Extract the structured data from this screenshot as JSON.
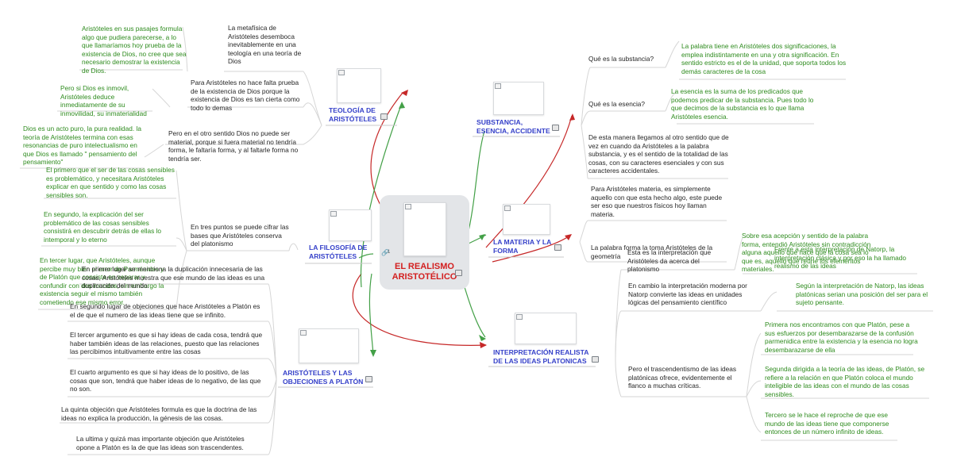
{
  "central": {
    "title": "EL REALISMO ARISTOTÉLICO",
    "attachment_count": "1"
  },
  "topics": {
    "teologia": "TEOLOGÍA DE ARISTÓTELES",
    "sustancia": "SUBSTANCIA, ESENCIA, ACCIDENTE",
    "filosofia": "LA FILOSOFÍA DE ARISTÓTELES",
    "materia": "LA MATERIA Y LA FORMA",
    "objeciones": "ARISTÓTELES Y LAS OBJECIONES A PLATÓN",
    "interpretacion": "INTERPRETACIÓN REALISTA DE LAS IDEAS PLATONICAS"
  },
  "teologia": {
    "n1": "La metafísica de Aristóteles desemboca inevitablemente en una teología en una teoría de Dios",
    "n2": "Para Aristóteles no hace falta prueba de la existencia de Dios porque la existencia de Dios es tan cierta como todo lo demas",
    "n3": "Pero en el otro sentido Dios no puede ser material, porque si fuera material no tendría forma, le faltaría forma, y al faltarle forma no tendría ser.",
    "g1": "Aristóteles en sus pasajes formula algo que pudiera parecerse, a lo que llamaríamos hoy prueba de la existencia de Dios, no cree que sea necesario demostrar la existencia de Dios.",
    "g2": "Pero si Dios es inmovil, Aristóteles deduce inmediatamente de su inmovilidad, su inmaterialidad",
    "g3": "Dios es un acto puro, la pura realidad. la teoría de Aristóteles termina con esas resonancias de puro intelectualismo en que Dios es llamado \" pensamiento del pensamiento\""
  },
  "sustancia": {
    "q1": "Qué es la substancia?",
    "a1": "La palabra tiene en Aristóteles dos significaciones, la emplea indistintamente en una y otra significación. En sentido estricto es el de la unidad, que soporta todos los demás caracteres de la cosa",
    "q2": "Qué es la esencia?",
    "a2": "La esencia es la suma de los predicados que podemos predicar de la substancia. Pues todo lo que decimos de la substancia es lo que llama Aristóteles esencia.",
    "n3": "De esta manera llegamos al otro sentido que de vez en cuando da Aristóteles a la palabra substancia, y es el sentido de la totalidad de las cosas, con su caracteres esenciales y con sus caracteres accidentales."
  },
  "filosofia": {
    "n1": "En tres puntos se puede cifrar las bases que Aristóteles conserva del platonismo",
    "g1": "El primero que el ser de las cosas sensibles es problemático, y necesitara Aristóteles explicar en que sentido y como las cosas sensibles son.",
    "g2": "En segundo, la explicación del ser problemático de las cosas sensibles consistirá en descubrir detrás de ellas lo intemporal y lo eterno",
    "g3": "En tercer lugar, que Aristóteles, aunque percibe muy bien el error de Parménides y de Platón que consiste en separar y confundir con dos mundos, sin embargo la existencia seguir el mismo también cometiendo ese mismo error."
  },
  "materia": {
    "n1": "Para Aristóteles materia, es simplemente aquello con que esta hecho algo, este puede ser eso que nuestros físicos hoy llaman materia.",
    "n2": "La palabra forma la toma Aristóteles de la geometría",
    "g1": "Sobre esa acepción y sentido de la palabra forma, entendió Aristóteles sin contradicción alguna aquello que hace que la cosa sea lo que es, aquello que reúne los elementos materiales."
  },
  "objeciones": {
    "n1": "En primer lugar se menciona la duplicación innecesaria de las cosas, Aristóteles muestra que ese mundo de las ideas es una duplicación del mundo.",
    "n2": "En segundo lugar de objeciones que hace Aristóteles a Platón es el de que el numero de las ideas tiene que se infinito.",
    "n3": "El tercer argumento es que si hay ideas de cada cosa, tendrá que haber también ideas de las relaciones, puesto que las relaciones las percibimos intuitivamente entre las cosas",
    "n4": "El cuarto argumento es que si hay ideas de lo positivo, de las cosas que son, tendrá que haber ideas de lo negativo, de las que no son.",
    "n5": "La quinta objeción que Aristóteles formula es que la doctrina de las ideas no explica la producción, la génesis de las cosas.",
    "n6": "La ultima y quizá mas importante objeción que Aristóteles opone a Platón es la de que las ideas son trascendentes."
  },
  "interpretacion": {
    "n1": "Esta es la interpretación que Aristóteles da acerca del platonismo",
    "g1": "Frente a esta interpretación de Natorp, la interpretación clásica y por eso la ha llamado realismo de las ideas",
    "n2": "En cambio la interpretación moderna por Natorp convierte las ideas en unidades lógicas del pensamiento científico",
    "g2": "Según la interpretación de Natorp, las ideas platónicas serian una posición del ser para el sujeto pensante.",
    "n3": "Pero el trascendentismo de las ideas platónicas ofrece, evidentemente el flanco a muchas críticas.",
    "g3": "Primera nos encontramos con que Platón, pese a sus esfuerzos por desembarazarse de la confusión parmenidica entre la existencia y la esencia no logra desembarazarse de ella",
    "g4": "Segunda dirigida a la teoría de las ideas, de Platón, se refiere a la relación en que Platón coloca el mundo inteligible de las ideas con el mundo de las cosas sensibles.",
    "g5": "Tercero se le hace el reproche de que ese mundo de las ideas tiene que componerse entonces de un número infinito de ideas."
  }
}
